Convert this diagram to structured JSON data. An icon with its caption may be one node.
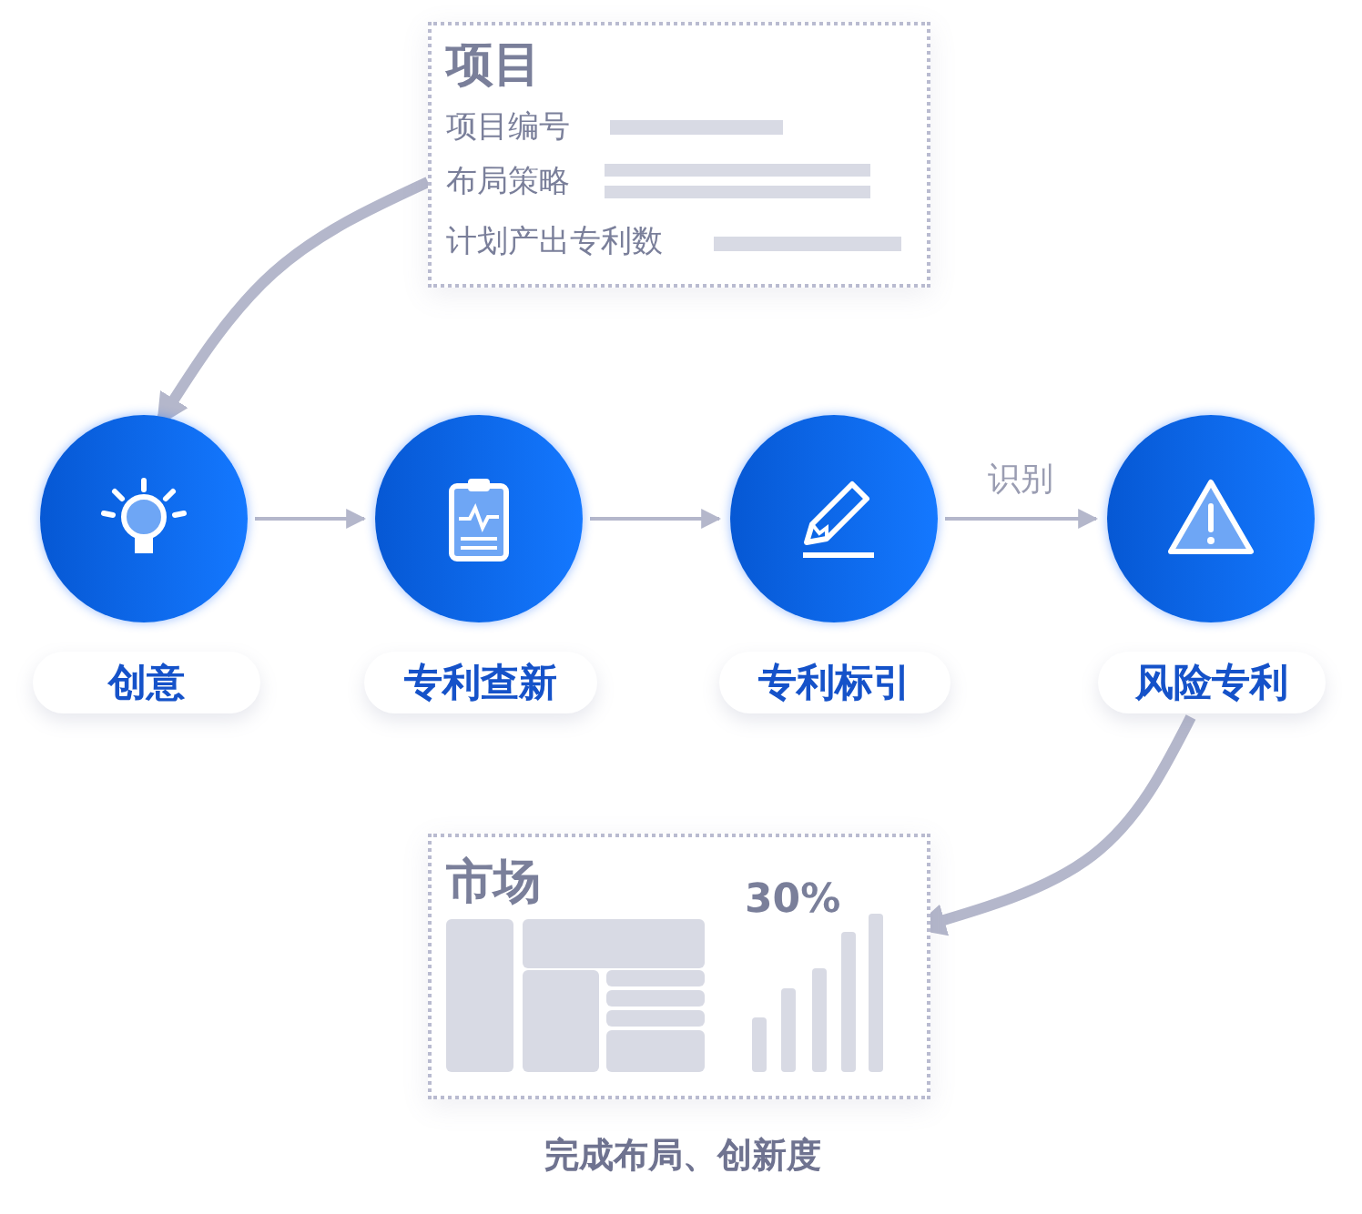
{
  "diagram": {
    "nodes": [
      {
        "text": [
          "项目",
          "项目编号",
          "布局策略",
          "计划产出专利数"
        ]
      },
      {
        "text": [
          "创意"
        ]
      },
      {
        "text": [
          "专利查新"
        ]
      },
      {
        "text": [
          "专利标引"
        ]
      },
      {
        "text": [
          "风险专利"
        ]
      },
      {
        "text": [
          "市场",
          "30%"
        ],
        "beside": [
          "完成布局、创新度"
        ]
      }
    ],
    "edges": [
      {
        "from": 0,
        "to": 1,
        "arrow": "to",
        "style": "thick"
      },
      {
        "from": 1,
        "to": 2,
        "arrow": "to"
      },
      {
        "from": 2,
        "to": 3,
        "arrow": "to"
      },
      {
        "from": 3,
        "to": 4,
        "arrow": "to",
        "label": "识别"
      },
      {
        "from": 4,
        "to": 5,
        "arrow": "to",
        "style": "thick"
      }
    ]
  }
}
